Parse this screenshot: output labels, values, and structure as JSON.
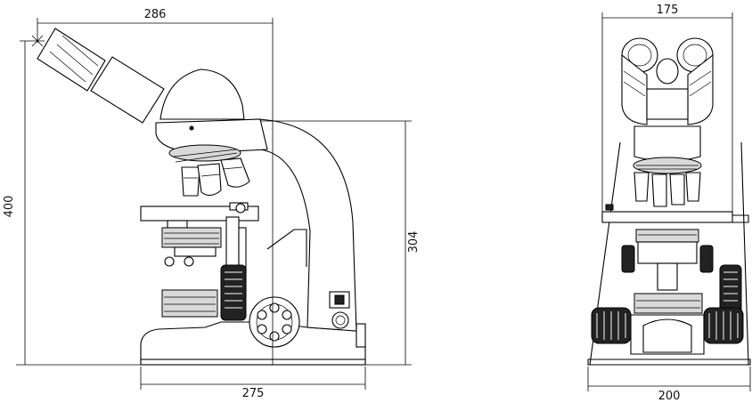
{
  "dimensions": {
    "side_width_top": "286",
    "side_width_base": "275",
    "side_height_total": "400",
    "side_height_stage": "304",
    "front_width_top": "175",
    "front_width_base": "200"
  }
}
